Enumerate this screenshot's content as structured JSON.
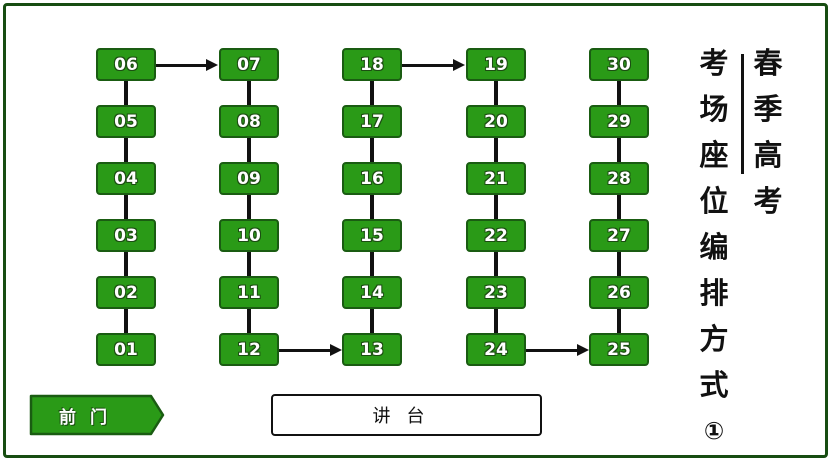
{
  "title": {
    "right_column": [
      "春",
      "季",
      "高",
      "考"
    ],
    "left_column": [
      "考",
      "场",
      "座",
      "位",
      "编",
      "排",
      "方",
      "式",
      "①"
    ]
  },
  "colors": {
    "seat_fill": "#2a9a17",
    "seat_border": "#1a5c12",
    "frame_border": "#174d12",
    "line": "#111111"
  },
  "seats": {
    "col1": [
      "06",
      "05",
      "04",
      "03",
      "02",
      "01"
    ],
    "col2": [
      "07",
      "08",
      "09",
      "10",
      "11",
      "12"
    ],
    "col3": [
      "18",
      "17",
      "16",
      "15",
      "14",
      "13"
    ],
    "col4": [
      "19",
      "20",
      "21",
      "22",
      "23",
      "24"
    ],
    "col5": [
      "30",
      "29",
      "28",
      "27",
      "26",
      "25"
    ]
  },
  "door": {
    "label": "前门"
  },
  "podium": {
    "label": "讲台"
  }
}
